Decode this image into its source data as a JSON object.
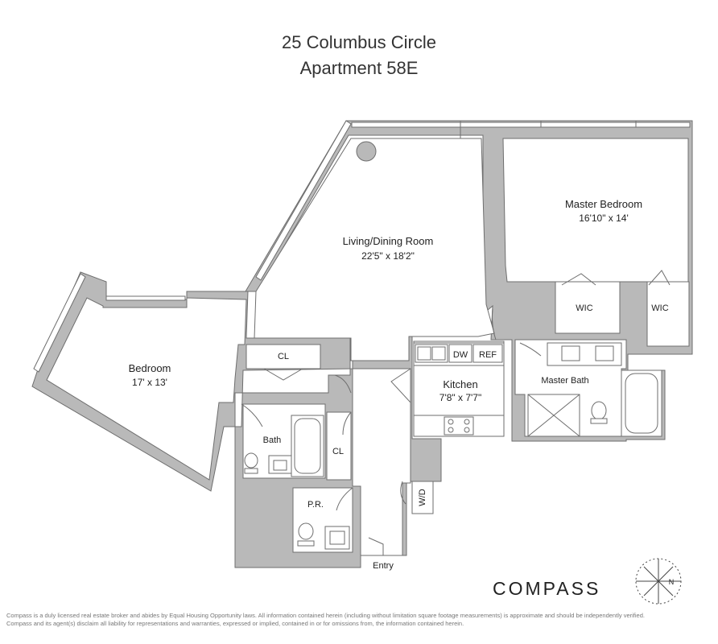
{
  "header": {
    "address": "25 Columbus Circle",
    "unit": "Apartment 58E"
  },
  "rooms": {
    "living": {
      "name": "Living/Dining Room",
      "dims": "22'5\" x 18'2\""
    },
    "master": {
      "name": "Master Bedroom",
      "dims": "16'10\" x 14'"
    },
    "bedroom": {
      "name": "Bedroom",
      "dims": "17' x 13'"
    },
    "kitchen": {
      "name": "Kitchen",
      "dims": "7'8\" x 7'7\""
    },
    "wic": "WIC",
    "closet": "CL",
    "bath": "Bath",
    "master_bath": "Master Bath",
    "powder": "P.R.",
    "dishwasher": "DW",
    "fridge": "REF",
    "washer_dryer": "W/D",
    "entry": "Entry"
  },
  "compass_letter": "N",
  "brand": "COMPASS",
  "disclaimer": [
    "Compass is a duly licensed real estate broker and abides by Equal Housing Opportunity laws. All information contained herein (including without limitation square footage measurements) is approximate and should be independently verified.",
    "Compass and its agent(s) disclaim all liability for representations and warranties, expressed or implied, contained in or for omissions from, the information contained herein."
  ],
  "colors": {
    "wall": "#b9b9b9",
    "line": "#6e6e6e",
    "text": "#222222"
  }
}
